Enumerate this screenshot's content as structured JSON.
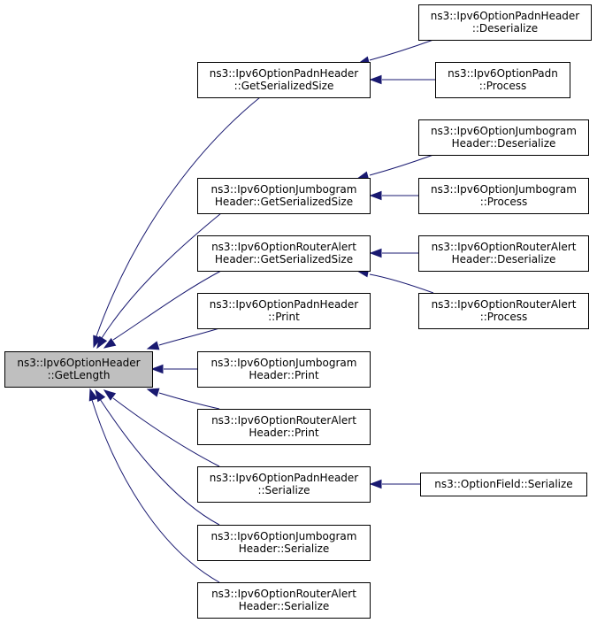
{
  "diagram": {
    "nodes": [
      {
        "id": "root",
        "lines": [
          "ns3::Ipv6OptionHeader",
          "::GetLength"
        ]
      },
      {
        "id": "padn_gss",
        "lines": [
          "ns3::Ipv6OptionPadnHeader",
          "::GetSerializedSize"
        ]
      },
      {
        "id": "jumbo_gss",
        "lines": [
          "ns3::Ipv6OptionJumbogram",
          "Header::GetSerializedSize"
        ]
      },
      {
        "id": "ra_gss",
        "lines": [
          "ns3::Ipv6OptionRouterAlert",
          "Header::GetSerializedSize"
        ]
      },
      {
        "id": "padn_print",
        "lines": [
          "ns3::Ipv6OptionPadnHeader",
          "::Print"
        ]
      },
      {
        "id": "jumbo_print",
        "lines": [
          "ns3::Ipv6OptionJumbogram",
          "Header::Print"
        ]
      },
      {
        "id": "ra_print",
        "lines": [
          "ns3::Ipv6OptionRouterAlert",
          "Header::Print"
        ]
      },
      {
        "id": "padn_ser",
        "lines": [
          "ns3::Ipv6OptionPadnHeader",
          "::Serialize"
        ]
      },
      {
        "id": "jumbo_ser",
        "lines": [
          "ns3::Ipv6OptionJumbogram",
          "Header::Serialize"
        ]
      },
      {
        "id": "ra_ser",
        "lines": [
          "ns3::Ipv6OptionRouterAlert",
          "Header::Serialize"
        ]
      },
      {
        "id": "padn_deser",
        "lines": [
          "ns3::Ipv6OptionPadnHeader",
          "::Deserialize"
        ]
      },
      {
        "id": "padn_proc",
        "lines": [
          "ns3::Ipv6OptionPadn",
          "::Process"
        ]
      },
      {
        "id": "jumbo_deser",
        "lines": [
          "ns3::Ipv6OptionJumbogram",
          "Header::Deserialize"
        ]
      },
      {
        "id": "jumbo_proc",
        "lines": [
          "ns3::Ipv6OptionJumbogram",
          "::Process"
        ]
      },
      {
        "id": "ra_deser",
        "lines": [
          "ns3::Ipv6OptionRouterAlert",
          "Header::Deserialize"
        ]
      },
      {
        "id": "ra_proc",
        "lines": [
          "ns3::Ipv6OptionRouterAlert",
          "::Process"
        ]
      },
      {
        "id": "of_ser",
        "lines": [
          "ns3::OptionField::Serialize"
        ]
      }
    ],
    "edges": [
      {
        "from": "padn_gss",
        "to": "root"
      },
      {
        "from": "jumbo_gss",
        "to": "root"
      },
      {
        "from": "ra_gss",
        "to": "root"
      },
      {
        "from": "padn_print",
        "to": "root"
      },
      {
        "from": "jumbo_print",
        "to": "root"
      },
      {
        "from": "ra_print",
        "to": "root"
      },
      {
        "from": "padn_ser",
        "to": "root"
      },
      {
        "from": "jumbo_ser",
        "to": "root"
      },
      {
        "from": "ra_ser",
        "to": "root"
      },
      {
        "from": "padn_deser",
        "to": "padn_gss"
      },
      {
        "from": "padn_proc",
        "to": "padn_gss"
      },
      {
        "from": "jumbo_deser",
        "to": "jumbo_gss"
      },
      {
        "from": "jumbo_proc",
        "to": "jumbo_gss"
      },
      {
        "from": "ra_deser",
        "to": "ra_gss"
      },
      {
        "from": "ra_proc",
        "to": "ra_gss"
      },
      {
        "from": "of_ser",
        "to": "padn_ser"
      }
    ],
    "colors": {
      "edge": "#191970",
      "root_fill": "#bfbfbf",
      "node_fill": "#ffffff",
      "border": "#000000"
    }
  }
}
